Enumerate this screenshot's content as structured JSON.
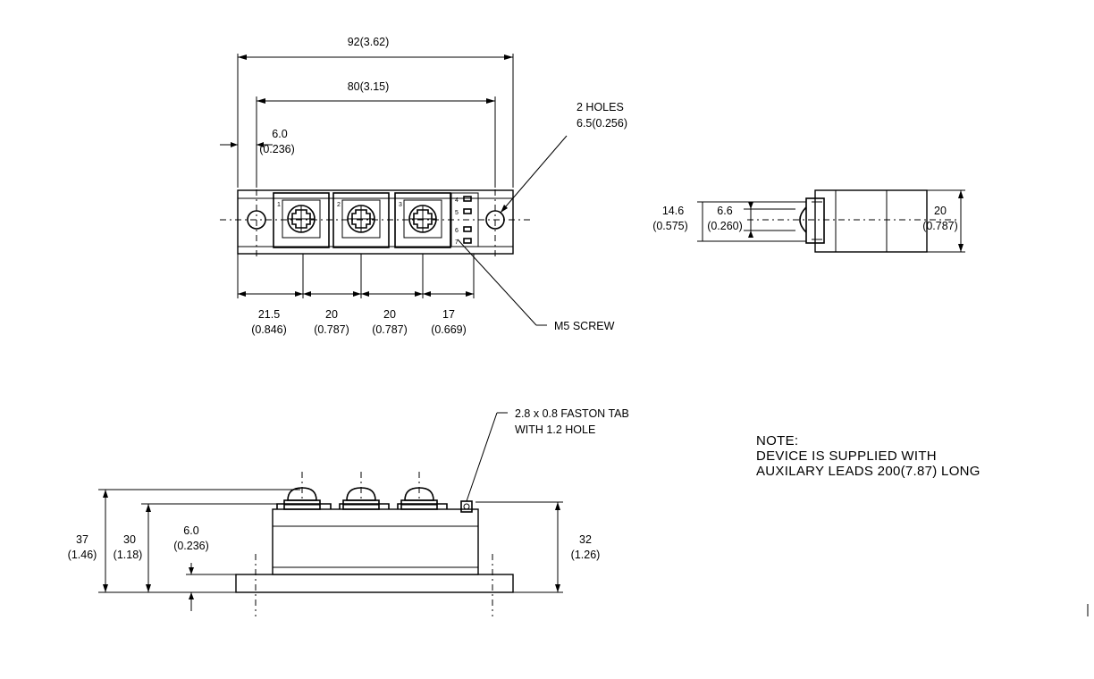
{
  "top_view": {
    "overall_length": "92(3.62)",
    "hole_pitch": "80(3.15)",
    "edge_offset_mm": "6.0",
    "edge_offset_in": "(0.236)",
    "holes_label_line1": "2 HOLES",
    "holes_label_line2": "6.5(0.256)",
    "screw_label": "M5 SCREW",
    "terminal_numbers": [
      "1",
      "2",
      "3"
    ],
    "aux_numbers": [
      "4",
      "5",
      "6",
      "7"
    ],
    "spacing": [
      {
        "mm": "21.5",
        "in": "(0.846)"
      },
      {
        "mm": "20",
        "in": "(0.787)"
      },
      {
        "mm": "20",
        "in": "(0.787)"
      },
      {
        "mm": "17",
        "in": "(0.669)"
      }
    ]
  },
  "end_view": {
    "left_mm": "14.6",
    "left_in": "(0.575)",
    "mid_mm": "6.6",
    "mid_in": "(0.260)",
    "right_mm": "20",
    "right_in": "(0.787)"
  },
  "side_view": {
    "faston_line1": "2.8 x 0.8 FASTON TAB",
    "faston_line2": "WITH 1.2 HOLE",
    "h_total_mm": "37",
    "h_total_in": "(1.46)",
    "h_body_mm": "30",
    "h_body_in": "(1.18)",
    "base_mm": "6.0",
    "base_in": "(0.236)",
    "h_right_mm": "32",
    "h_right_in": "(1.26)"
  },
  "note": {
    "line1": "NOTE:",
    "line2": "DEVICE IS SUPPLIED WITH",
    "line3": "AUXILARY LEADS 200(7.87) LONG"
  }
}
